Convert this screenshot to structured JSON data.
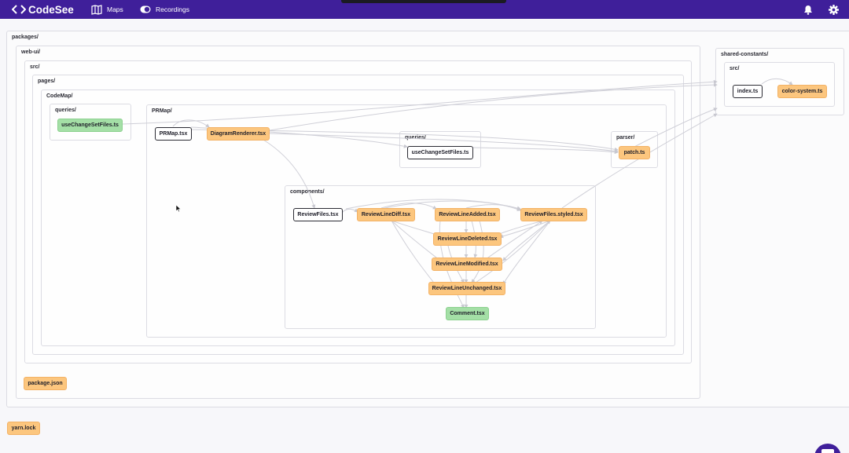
{
  "brand": {
    "name": "CodeSee"
  },
  "nav": {
    "maps_label": "Maps",
    "recordings_label": "Recordings"
  },
  "icons": {
    "maps": "map-icon",
    "recordings": "toggle-icon",
    "notifications": "bell-icon",
    "settings": "gear-icon",
    "logo": "code-brackets-icon",
    "chat": "chat-icon"
  },
  "colors": {
    "topbar": "#3f1f9a",
    "file_changed": "#fcc67e",
    "file_new": "#a4dfa6",
    "file_plain": "#ffffff"
  },
  "folders": {
    "packages": "packages/",
    "web_ui": "web-ui/",
    "src": "src/",
    "pages": "pages/",
    "codemap": "CodeMap/",
    "queries": "queries/",
    "prmap": "PRMap/",
    "prmap_queries": "queries/",
    "parser": "parser/",
    "components": "components/",
    "shared_constants": "shared-constants/",
    "shared_src": "src/"
  },
  "files": {
    "use_change_set_files_codemap": "useChangeSetFiles.ts",
    "prmap_tsx": "PRMap.tsx",
    "diagram_renderer": "DiagramRenderer.tsx",
    "use_change_set_files_prmap": "useChangeSetFiles.ts",
    "patch": "patch.ts",
    "review_files": "ReviewFiles.tsx",
    "review_line_diff": "ReviewLineDiff.tsx",
    "review_line_added": "ReviewLineAdded.tsx",
    "review_files_styled": "ReviewFiles.styled.tsx",
    "review_line_deleted": "ReviewLineDeleted.tsx",
    "review_line_modified": "ReviewLineModified.tsx",
    "review_line_unchanged": "ReviewLineUnchanged.tsx",
    "comment": "Comment.tsx",
    "index": "index.ts",
    "color_system": "color-system.ts",
    "package_json": "package.json",
    "yarn_lock": "yarn.lock"
  }
}
